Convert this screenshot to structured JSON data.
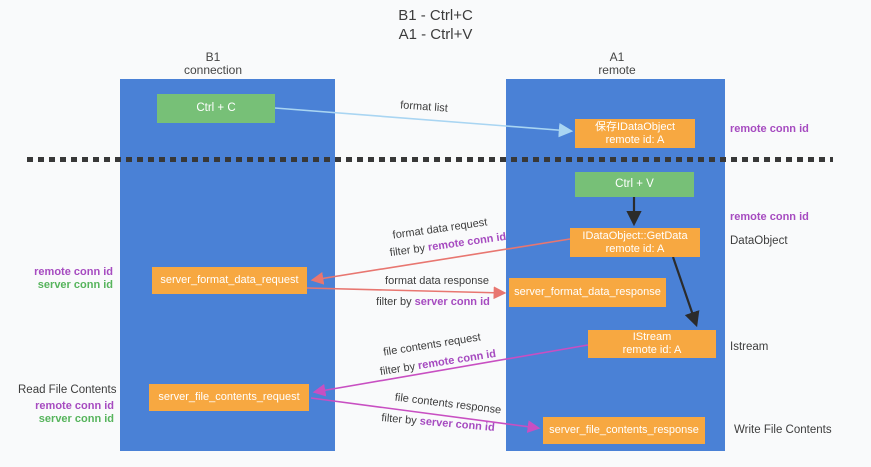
{
  "title": {
    "line1": "B1 - Ctrl+C",
    "line2": "A1 - Ctrl+V"
  },
  "lanes": {
    "b1": {
      "name": "B1",
      "subtitle": "connection"
    },
    "a1": {
      "name": "A1",
      "subtitle": "remote"
    }
  },
  "nodes": {
    "ctrl_c": {
      "label": "Ctrl + C"
    },
    "save_dataobject": {
      "line1": "保存IDataObject",
      "line2": "remote id: A"
    },
    "ctrl_v": {
      "label": "Ctrl + V"
    },
    "getdata": {
      "line1": "IDataObject::GetData",
      "line2": "remote id: A"
    },
    "server_format_data_request": {
      "label": "server_format_data_request"
    },
    "server_format_data_response": {
      "label": "server_format_data_response"
    },
    "istream": {
      "line1": "IStream",
      "line2": "remote id: A"
    },
    "server_file_contents_request": {
      "label": "server_file_contents_request"
    },
    "server_file_contents_response": {
      "label": "server_file_contents_response"
    }
  },
  "arrow_labels": {
    "format_list": "format list",
    "format_data_request": "format data request",
    "format_data_response": "format data response",
    "file_contents_request": "file contents request",
    "file_contents_response": "file contents response",
    "filter_by": "filter by",
    "remote_conn_id": "remote conn id",
    "server_conn_id": "server conn id"
  },
  "side_labels": {
    "remote_conn_id_top_right": "remote conn id",
    "remote_conn_id_mid_right": "remote conn id",
    "dataobject": "DataObject",
    "istream": "Istream",
    "write_file_contents": "Write File Contents",
    "remote_conn_id_left": "remote conn id",
    "server_conn_id_left": "server conn id",
    "read_file_contents": "Read File Contents",
    "remote_conn_id_bottom_left": "remote conn id",
    "server_conn_id_bottom_left": "server conn id"
  },
  "colors": {
    "lane_blue": "#4a81d6",
    "node_green": "#77c077",
    "node_orange": "#f7a841",
    "arrow_light_blue": "#a9d5f2",
    "arrow_red": "#e87670",
    "arrow_magenta": "#c84fc2",
    "arrow_black": "#2b2b2b",
    "text_purple": "#a64bc0",
    "text_green": "#56b45c"
  }
}
